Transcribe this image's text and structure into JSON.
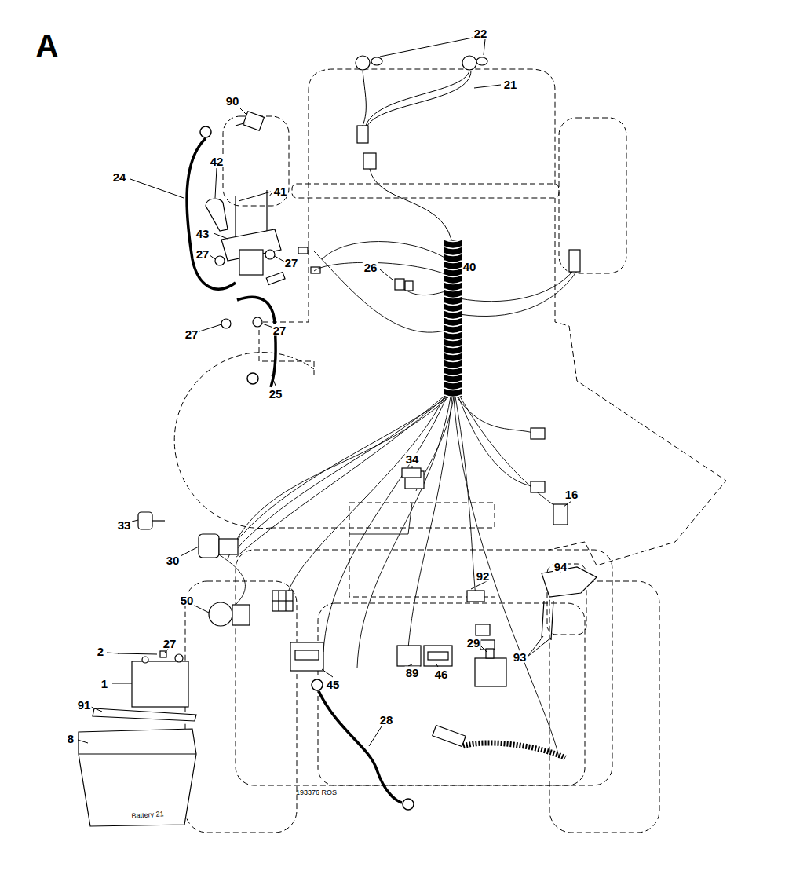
{
  "diagram": {
    "title": "A",
    "labels": [
      "22",
      "21",
      "90",
      "24",
      "42",
      "41",
      "43",
      "27",
      "27",
      "26",
      "40",
      "27",
      "27",
      "25",
      "34",
      "16",
      "33",
      "30",
      "92",
      "94",
      "50",
      "27",
      "2",
      "1",
      "91",
      "45",
      "89",
      "46",
      "93",
      "29",
      "28",
      "8",
      "193376 ROS",
      "Battery 21"
    ]
  }
}
